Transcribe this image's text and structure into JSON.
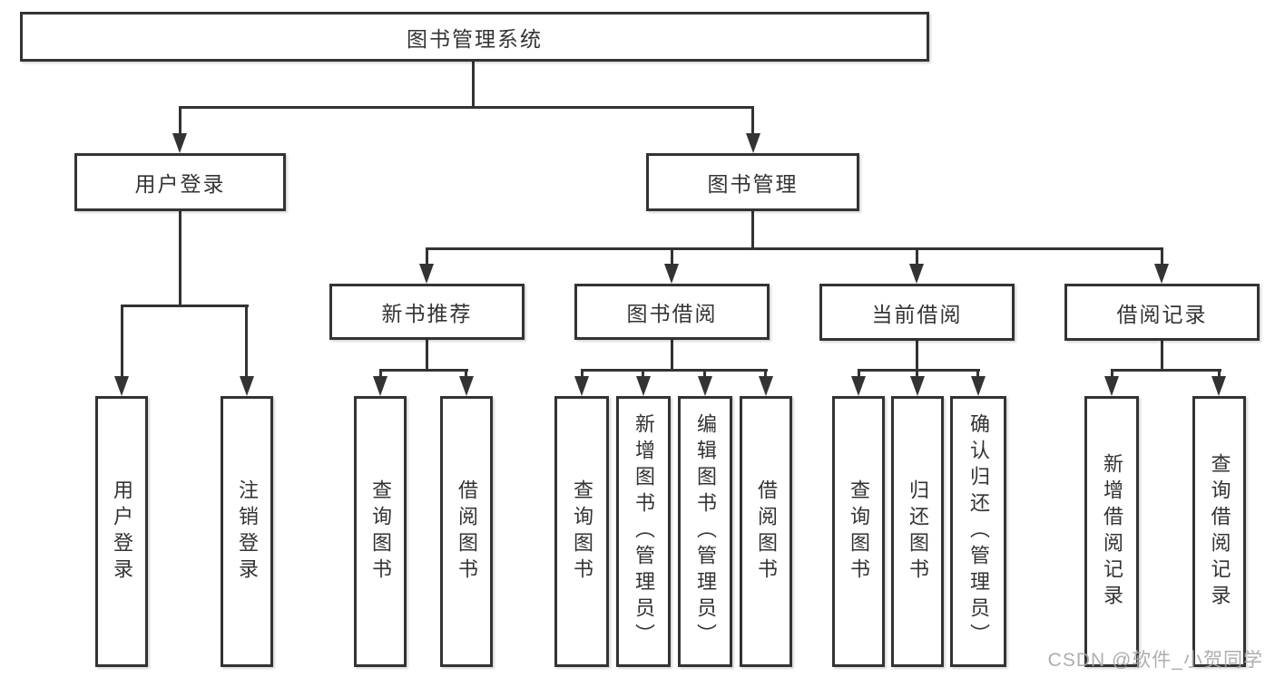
{
  "colors": {
    "line": "#333333",
    "text": "#333333",
    "box-bg": "#ffffff",
    "page-bg": "#ffffff",
    "watermark": "#a8a8a8"
  },
  "diagram": {
    "root": {
      "label": "图书管理系统"
    },
    "branches": {
      "user_login": {
        "label": "用户登录",
        "children": {
          "login": {
            "label": "用户登录"
          },
          "logout": {
            "label": "注销登录"
          }
        }
      },
      "book_mgmt": {
        "label": "图书管理",
        "children": {
          "new_book_rec": {
            "label": "新书推荐",
            "children": {
              "query": {
                "label": "查询图书"
              },
              "borrow": {
                "label": "借阅图书"
              }
            }
          },
          "book_borrow": {
            "label": "图书借阅",
            "children": {
              "query": {
                "label": "查询图书"
              },
              "add": {
                "label": "新增图书（管理员）"
              },
              "edit": {
                "label": "编辑图书（管理员）"
              },
              "borrow": {
                "label": "借阅图书"
              }
            }
          },
          "current_borrow": {
            "label": "当前借阅",
            "children": {
              "query": {
                "label": "查询图书"
              },
              "return": {
                "label": "归还图书"
              },
              "confirm": {
                "label": "确认归还（管理员）"
              }
            }
          },
          "borrow_records": {
            "label": "借阅记录",
            "children": {
              "add": {
                "label": "新增借阅记录"
              },
              "query": {
                "label": "查询借阅记录"
              }
            }
          }
        }
      }
    }
  },
  "watermark": {
    "text": "CSDN @软件_小贺同学"
  }
}
